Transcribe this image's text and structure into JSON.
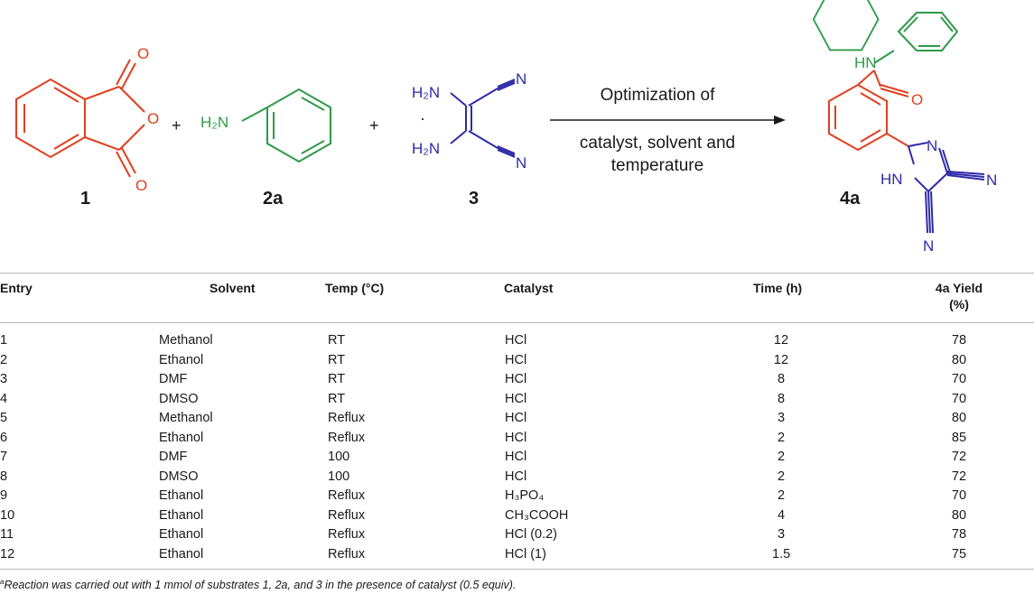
{
  "scheme": {
    "compound_1_label": "1",
    "compound_1_atoms": [
      "O",
      "O",
      "O"
    ],
    "plus_1": "+",
    "compound_2a_label": "2a",
    "compound_2a_amine": "H₂N",
    "plus_2": "+",
    "compound_3_label": "3",
    "compound_3_groups": [
      "H₂N",
      "H₂N",
      "N",
      "N"
    ],
    "compound_3_dot": "·",
    "arrow_line1": "Optimization of",
    "arrow_line2": "catalyst, solvent and",
    "arrow_line3": "temperature",
    "product_label": "4a",
    "product_atoms": [
      "HN",
      "O",
      "N",
      "HN",
      "N",
      "N"
    ],
    "colors": {
      "phthalic": "#e0401f",
      "aniline": "#2e9a48",
      "dinitrile": "#2f2aa8",
      "black": "#1a1a1a"
    }
  },
  "table": {
    "headers": {
      "entry": "Entry",
      "solvent": "Solvent",
      "temp": "Temp (°C)",
      "catalyst": "Catalyst",
      "time": "Time (h)",
      "yield_line1": "4a Yield",
      "yield_line2": "(%)"
    },
    "rows": [
      {
        "entry": "1",
        "solvent": "Methanol",
        "temp": "RT",
        "catalyst": "HCl",
        "time": "12",
        "yield": "78"
      },
      {
        "entry": "2",
        "solvent": "Ethanol",
        "temp": "RT",
        "catalyst": "HCl",
        "time": "12",
        "yield": "80"
      },
      {
        "entry": "3",
        "solvent": "DMF",
        "temp": "RT",
        "catalyst": "HCl",
        "time": "8",
        "yield": "70"
      },
      {
        "entry": "4",
        "solvent": "DMSO",
        "temp": "RT",
        "catalyst": "HCl",
        "time": "8",
        "yield": "70"
      },
      {
        "entry": "5",
        "solvent": "Methanol",
        "temp": "Reflux",
        "catalyst": "HCl",
        "time": "3",
        "yield": "80"
      },
      {
        "entry": "6",
        "solvent": "Ethanol",
        "temp": "Reflux",
        "catalyst": "HCl",
        "time": "2",
        "yield": "85"
      },
      {
        "entry": "7",
        "solvent": "DMF",
        "temp": "100",
        "catalyst": "HCl",
        "time": "2",
        "yield": "72"
      },
      {
        "entry": "8",
        "solvent": "DMSO",
        "temp": "100",
        "catalyst": "HCl",
        "time": "2",
        "yield": "72"
      },
      {
        "entry": "9",
        "solvent": "Ethanol",
        "temp": "Reflux",
        "catalyst": "H₃PO₄",
        "time": "2",
        "yield": "70"
      },
      {
        "entry": "10",
        "solvent": "Ethanol",
        "temp": "Reflux",
        "catalyst": "CH₃COOH",
        "time": "4",
        "yield": "80"
      },
      {
        "entry": "11",
        "solvent": "Ethanol",
        "temp": "Reflux",
        "catalyst": "HCl (0.2)",
        "time": "3",
        "yield": "78"
      },
      {
        "entry": "12",
        "solvent": "Ethanol",
        "temp": "Reflux",
        "catalyst": "HCl (1)",
        "time": "1.5",
        "yield": "75"
      }
    ]
  },
  "footnote": {
    "marker": "a",
    "text": "Reaction was carried out with 1 mmol of substrates 1, 2a, and 3 in the presence of catalyst (0.5 equiv)."
  }
}
